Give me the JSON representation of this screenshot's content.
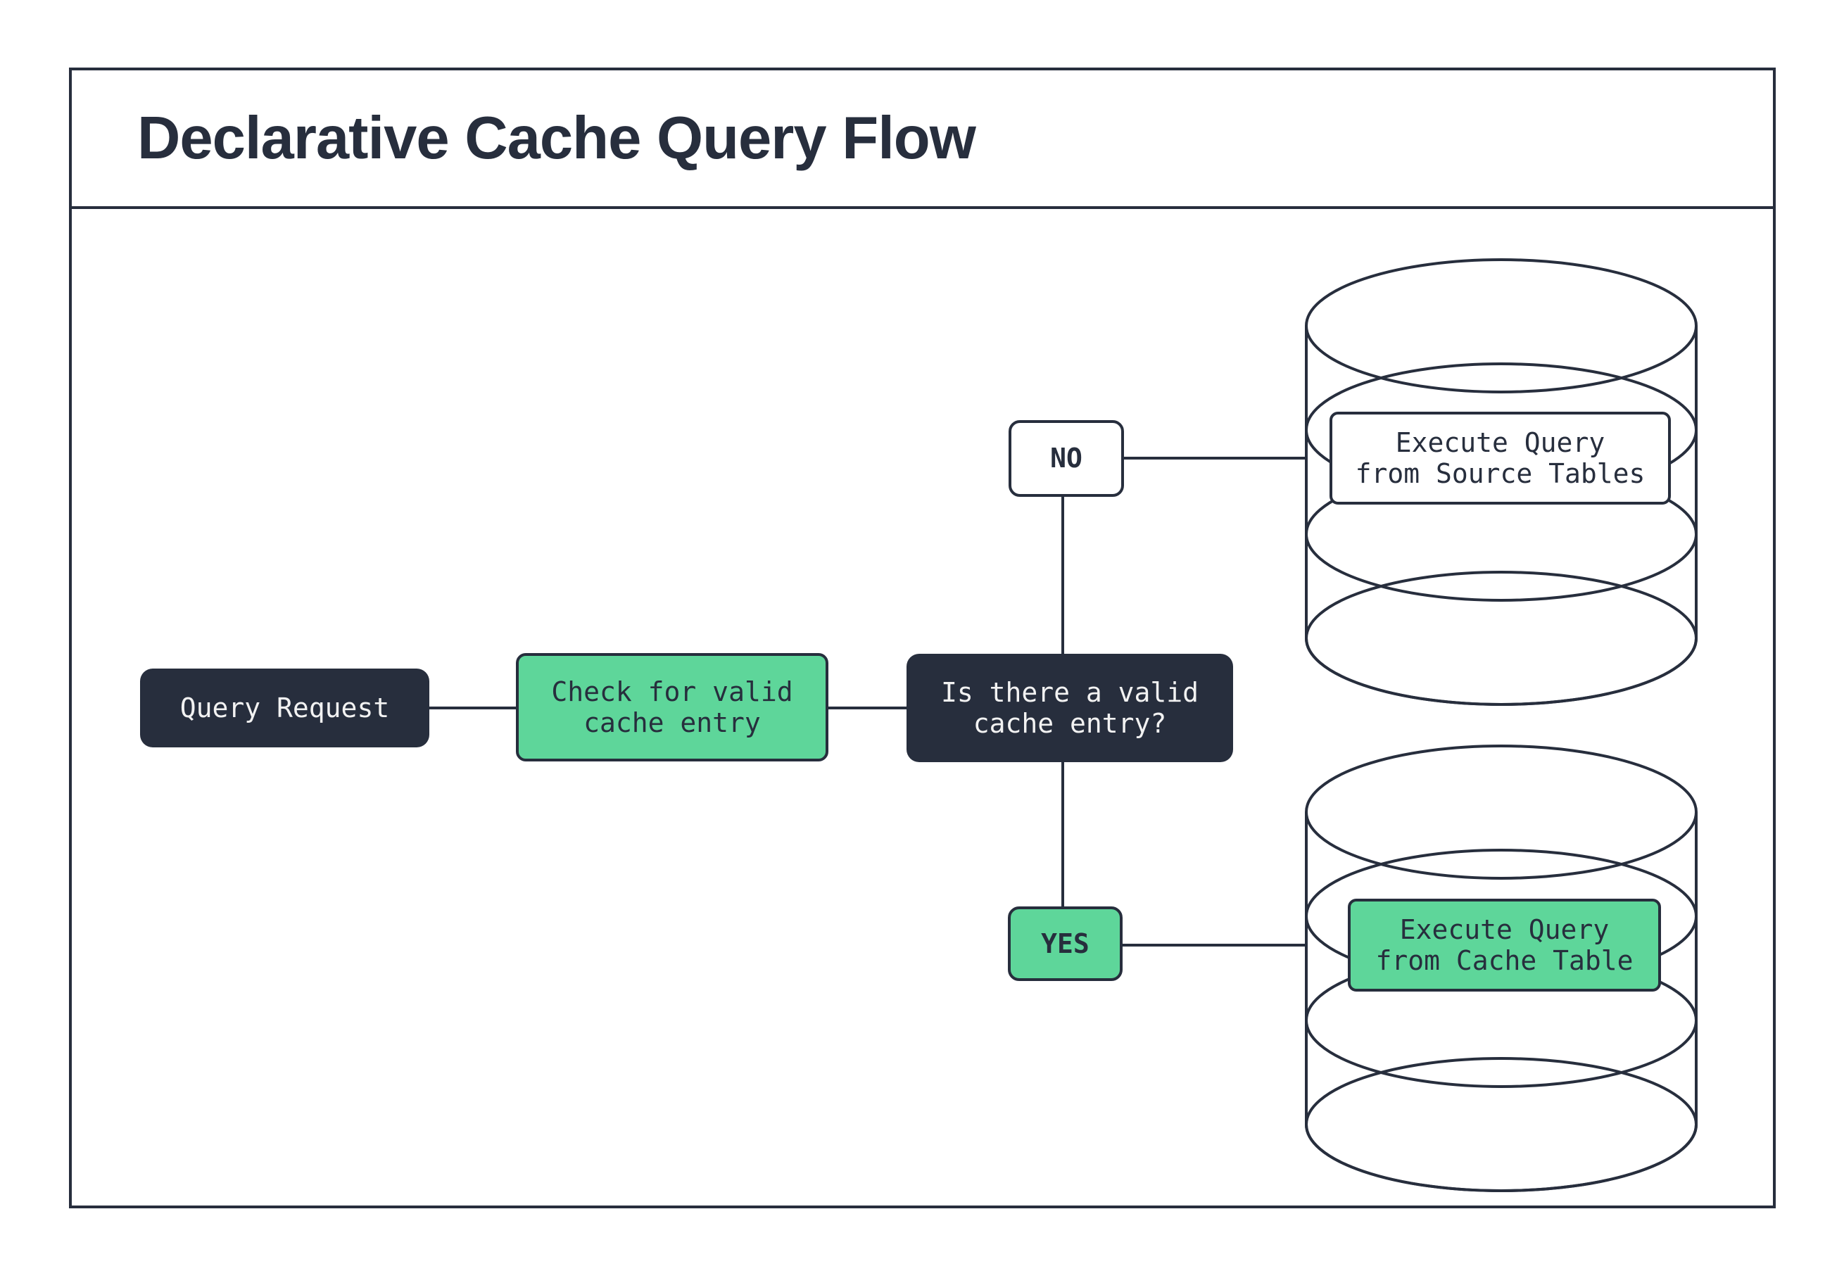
{
  "title": "Declarative Cache Query Flow",
  "colors": {
    "ink": "#272E3D",
    "green": "#5ED69A",
    "paper": "#FFFFFF",
    "light_text": "#F2F2F2"
  },
  "nodes": {
    "query_request": {
      "label": "Query Request"
    },
    "check_cache": {
      "lines": [
        "Check for valid",
        "cache entry"
      ]
    },
    "decision": {
      "lines": [
        "Is there a valid",
        "cache entry?"
      ]
    },
    "no_branch": {
      "label": "NO"
    },
    "yes_branch": {
      "label": "YES"
    },
    "source_db": {
      "lines": [
        "Execute Query",
        "from Source Tables"
      ]
    },
    "cache_db": {
      "lines": [
        "Execute Query",
        "from Cache Table"
      ]
    }
  }
}
